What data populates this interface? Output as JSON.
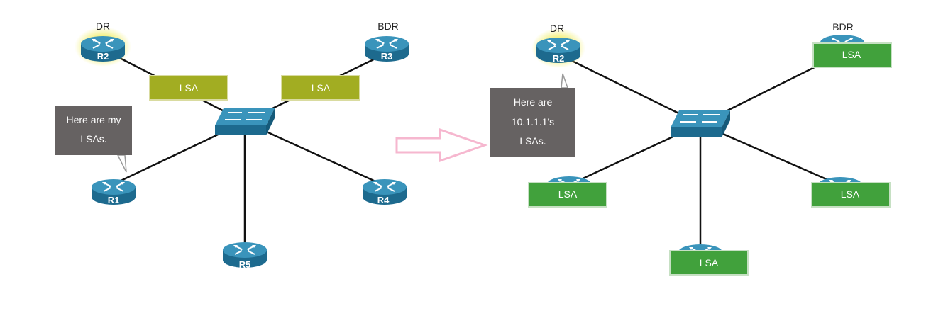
{
  "left": {
    "routers": [
      {
        "id": "R1",
        "label": "R1"
      },
      {
        "id": "R2",
        "label": "R2",
        "role": "DR"
      },
      {
        "id": "R3",
        "label": "R3",
        "role": "BDR"
      },
      {
        "id": "R4",
        "label": "R4"
      },
      {
        "id": "R5",
        "label": "R5"
      }
    ],
    "lsa_labels": [
      "LSA",
      "LSA"
    ],
    "callout": {
      "line1": "Here are my",
      "line2": "LSAs."
    }
  },
  "right": {
    "routers": [
      {
        "id": "R2",
        "label": "R2",
        "role": "DR"
      },
      {
        "id": "R3",
        "role": "BDR"
      },
      {
        "id": "R1"
      },
      {
        "id": "R4"
      },
      {
        "id": "R5"
      }
    ],
    "lsa_labels": [
      "LSA",
      "LSA",
      "LSA",
      "LSA"
    ],
    "callout": {
      "line1": "Here are",
      "line2": "10.1.1.1's",
      "line3": "LSAs."
    }
  },
  "colors": {
    "router": "#2f8ab0",
    "router_dark": "#1d6a8e",
    "dr_glow": "#f3f07a",
    "lsa_olive": "#a2ad22",
    "lsa_green": "#41a13c",
    "callout_bg": "#666262",
    "arrow": "#f6b7cf",
    "link": "#111111"
  }
}
